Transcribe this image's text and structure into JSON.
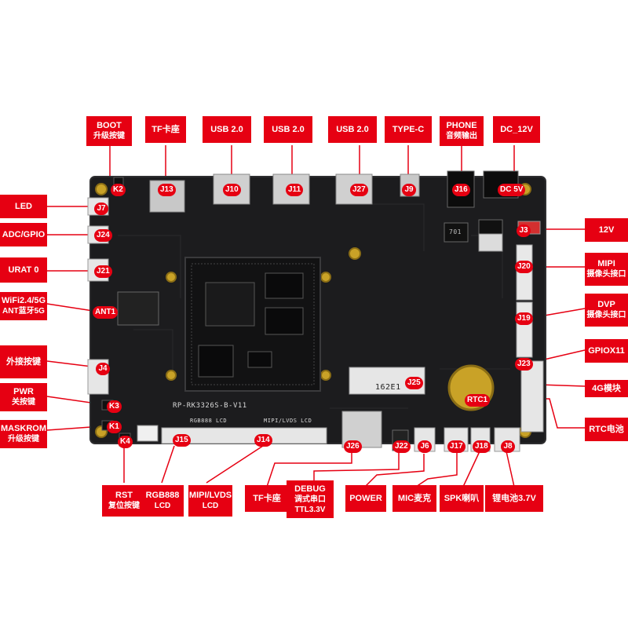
{
  "top_labels": [
    {
      "id": "boot",
      "line1": "BOOT",
      "line2": "升级按键"
    },
    {
      "id": "tf-top",
      "line1": "TF卡座",
      "line2": ""
    },
    {
      "id": "usb1",
      "line1": "USB 2.0",
      "line2": ""
    },
    {
      "id": "usb2",
      "line1": "USB 2.0",
      "line2": ""
    },
    {
      "id": "usb3",
      "line1": "USB 2.0",
      "line2": ""
    },
    {
      "id": "typec",
      "line1": "TYPE-C",
      "line2": ""
    },
    {
      "id": "phone",
      "line1": "PHONE",
      "line2": "音频输出"
    },
    {
      "id": "dc12v",
      "line1": "DC_12V",
      "line2": ""
    }
  ],
  "left_labels": [
    {
      "id": "led",
      "line1": "LED",
      "line2": ""
    },
    {
      "id": "adc",
      "line1": "ADC/GPIO",
      "line2": ""
    },
    {
      "id": "urat",
      "line1": "URAT 0",
      "line2": ""
    },
    {
      "id": "wifi",
      "line1": "WiFi2.4/5G",
      "line2": "ANT蓝牙5G"
    },
    {
      "id": "extkey",
      "line1": "外接按键",
      "line2": ""
    },
    {
      "id": "pwr",
      "line1": "PWR",
      "line2": "关按键"
    },
    {
      "id": "maskrom",
      "line1": "MASKROM",
      "line2": "升级按键"
    }
  ],
  "right_labels": [
    {
      "id": "r12v",
      "line1": "12V",
      "line2": ""
    },
    {
      "id": "mipi",
      "line1": "MIPI",
      "line2": "摄像头接口"
    },
    {
      "id": "dvp",
      "line1": "DVP",
      "line2": "摄像头接口"
    },
    {
      "id": "gpiox",
      "line1": "GPIOX11",
      "line2": ""
    },
    {
      "id": "g4",
      "line1": "4G模块",
      "line2": ""
    },
    {
      "id": "rtc",
      "line1": "RTC电池",
      "line2": ""
    }
  ],
  "bottom_labels": [
    {
      "id": "rst",
      "line1": "RST",
      "line2": "复位按键"
    },
    {
      "id": "rgb",
      "line1": "RGB888",
      "line2": "LCD"
    },
    {
      "id": "mipilvds",
      "line1": "MIPI/LVDS",
      "line2": "LCD"
    },
    {
      "id": "tf-bot",
      "line1": "TF卡座",
      "line2": ""
    },
    {
      "id": "debug",
      "line1": "DEBUG",
      "line2": "调式串口",
      "line3": "TTL3.3V"
    },
    {
      "id": "power",
      "line1": "POWER",
      "line2": ""
    },
    {
      "id": "mic",
      "line1": "MIC麦克",
      "line2": ""
    },
    {
      "id": "spk",
      "line1": "SPK喇叭",
      "line2": ""
    },
    {
      "id": "batt",
      "line1": "锂电池3.7V",
      "line2": ""
    }
  ],
  "connectors": [
    "K2",
    "J13",
    "J10",
    "J11",
    "J27",
    "J9",
    "J16",
    "DC 5V",
    "J7",
    "J24",
    "J21",
    "ANT1",
    "J4",
    "K3",
    "K1",
    "K4",
    "J3",
    "J20",
    "J19",
    "J23",
    "J25",
    "RTC1",
    "J15",
    "J14",
    "J26",
    "J22",
    "J6",
    "J17",
    "J18",
    "J8"
  ],
  "silkscreen": {
    "board_name": "RP-RK3326S-B-V11",
    "rgb_lcd": "RGB888 LCD",
    "mipi_lcd": "MIPI/LVDS LCD",
    "module_code": "162E1",
    "inductor": "701"
  },
  "colors": {
    "label_red": "#e60012",
    "pcb": "#1c1c1e",
    "line": "#e60012"
  }
}
